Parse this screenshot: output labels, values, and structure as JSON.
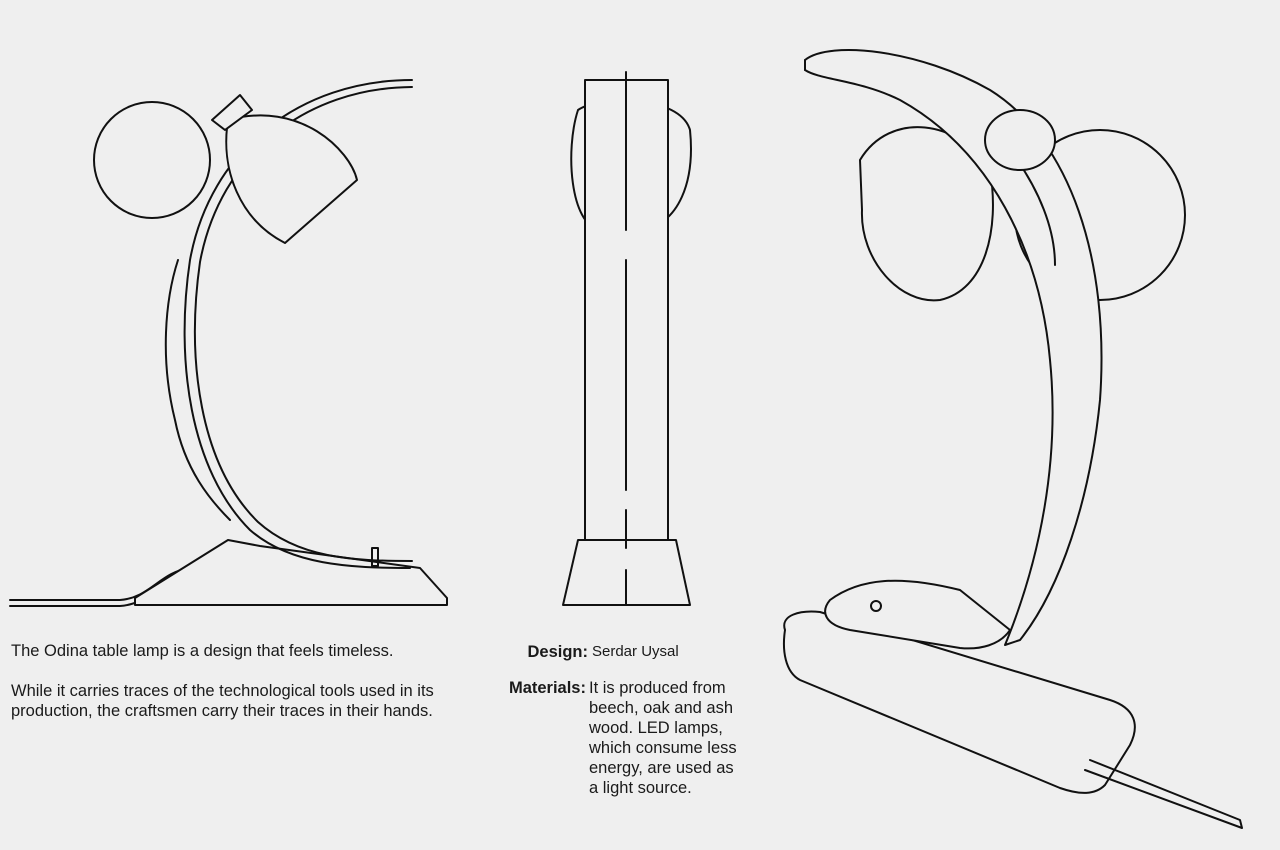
{
  "description": {
    "paragraphs": [
      "The Odina table lamp is a design that feels timeless.",
      "While it carries traces of the technological tools used in its production, the craftsmen carry their traces in their hands."
    ]
  },
  "specs": {
    "design": {
      "label": "Design",
      "value": "Serdar Uysal"
    },
    "materials": {
      "label": "Materials",
      "value": "It is produced from beech, oak and ash wood. LED lamps, which consume less energy, are used as a light source."
    }
  },
  "colors": {
    "background": "#efefef",
    "line": "#111111"
  }
}
